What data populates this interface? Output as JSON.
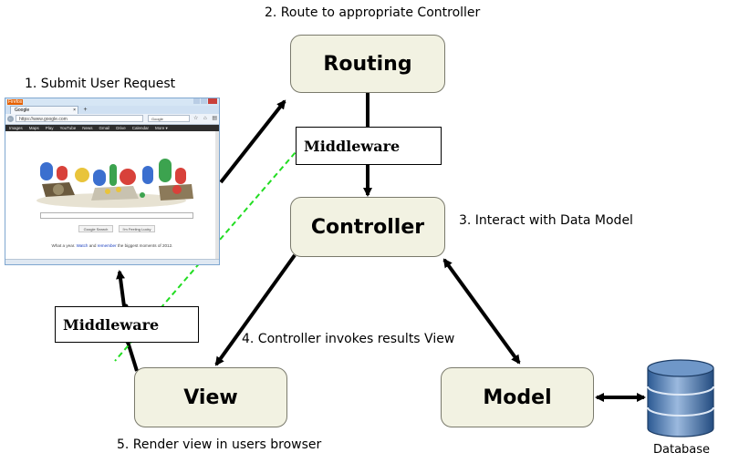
{
  "labels": {
    "step1": "1. Submit User Request",
    "step2": "2. Route to appropriate Controller",
    "step3": "3. Interact with Data Model",
    "step4": "4. Controller invokes results View",
    "step5": "5. Render view in users browser",
    "database": "Database"
  },
  "nodes": {
    "routing": "Routing",
    "controller": "Controller",
    "view": "View",
    "model": "Model"
  },
  "middleware": {
    "top": "Middleware",
    "bottom": "Middleware"
  },
  "colors": {
    "node_fill": "#f2f2e2",
    "dashed_line": "#22dd22",
    "database_blue": "#3f6fa8"
  },
  "browser": {
    "app": "Firefox",
    "tab_title": "Google",
    "tab_close": "×",
    "new_tab": "+",
    "back": "←",
    "url": "https://www.google.com",
    "search_placeholder": "Google",
    "tools": "☆ ⌂ ▤",
    "nav_links": [
      "Images",
      "Maps",
      "Play",
      "YouTube",
      "News",
      "Gmail",
      "Drive",
      "Calendar",
      "More ▾"
    ],
    "button_search": "Google Search",
    "button_lucky": "I'm Feeling Lucky",
    "line_prefix": "What a year.",
    "line_link1": "Watch",
    "line_and": "and",
    "line_link2": "remember",
    "line_suffix": "the biggest moments of 2012."
  }
}
